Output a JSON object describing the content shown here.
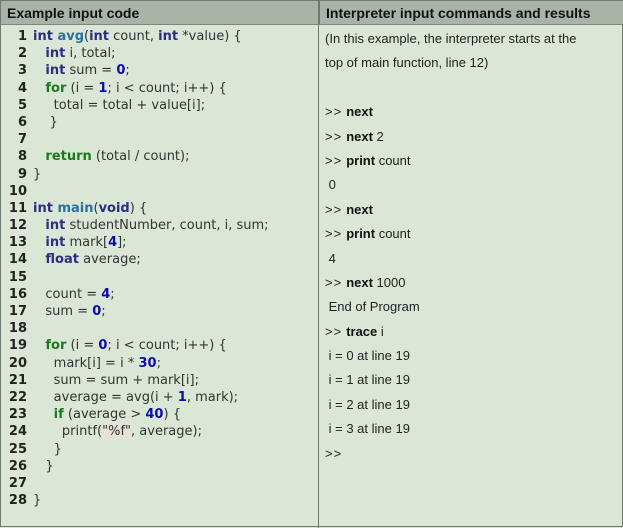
{
  "headers": {
    "code": "Example input code",
    "interpreter": "Interpreter input commands and results"
  },
  "code_lines": [
    [
      [
        "k",
        "int "
      ],
      [
        "f",
        "avg"
      ],
      [
        "p",
        "("
      ],
      [
        "k",
        "int"
      ],
      [
        "p",
        " count, "
      ],
      [
        "k",
        "int"
      ],
      [
        "p",
        " *value) {"
      ]
    ],
    [
      [
        "p",
        "   "
      ],
      [
        "k",
        "int"
      ],
      [
        "p",
        " i, total;"
      ]
    ],
    [
      [
        "p",
        "   "
      ],
      [
        "k",
        "int"
      ],
      [
        "p",
        " sum = "
      ],
      [
        "n",
        "0"
      ],
      [
        "p",
        ";"
      ]
    ],
    [
      [
        "p",
        "   "
      ],
      [
        "c",
        "for"
      ],
      [
        "p",
        " (i = "
      ],
      [
        "n",
        "1"
      ],
      [
        "p",
        "; i < count; i++) {"
      ]
    ],
    [
      [
        "p",
        "     total = total + value[i];"
      ]
    ],
    [
      [
        "p",
        "    }"
      ]
    ],
    [],
    [
      [
        "p",
        "   "
      ],
      [
        "c",
        "return"
      ],
      [
        "p",
        " (total / count);"
      ]
    ],
    [
      [
        "p",
        "}"
      ]
    ],
    [],
    [
      [
        "k",
        "int "
      ],
      [
        "f",
        "main"
      ],
      [
        "p",
        "("
      ],
      [
        "k",
        "void"
      ],
      [
        "p",
        ") {"
      ]
    ],
    [
      [
        "p",
        "   "
      ],
      [
        "k",
        "int"
      ],
      [
        "p",
        " studentNumber, count, i, sum;"
      ]
    ],
    [
      [
        "p",
        "   "
      ],
      [
        "k",
        "int"
      ],
      [
        "p",
        " mark["
      ],
      [
        "n",
        "4"
      ],
      [
        "p",
        "];"
      ]
    ],
    [
      [
        "p",
        "   "
      ],
      [
        "k",
        "float"
      ],
      [
        "p",
        " average;"
      ]
    ],
    [],
    [
      [
        "p",
        "   count = "
      ],
      [
        "n",
        "4"
      ],
      [
        "p",
        ";"
      ]
    ],
    [
      [
        "p",
        "   sum = "
      ],
      [
        "n",
        "0"
      ],
      [
        "p",
        ";"
      ]
    ],
    [],
    [
      [
        "p",
        "   "
      ],
      [
        "c",
        "for"
      ],
      [
        "p",
        " (i = "
      ],
      [
        "n",
        "0"
      ],
      [
        "p",
        "; i < count; i++) {"
      ]
    ],
    [
      [
        "p",
        "     mark[i] = i * "
      ],
      [
        "n",
        "30"
      ],
      [
        "p",
        ";"
      ]
    ],
    [
      [
        "p",
        "     sum = sum + mark[i];"
      ]
    ],
    [
      [
        "p",
        "     average = avg(i + "
      ],
      [
        "n",
        "1"
      ],
      [
        "p",
        ", mark);"
      ]
    ],
    [
      [
        "p",
        "     "
      ],
      [
        "c",
        "if"
      ],
      [
        "p",
        " (average > "
      ],
      [
        "n",
        "40"
      ],
      [
        "p",
        ") {"
      ]
    ],
    [
      [
        "p",
        "       printf("
      ],
      [
        "s",
        "\"%f\""
      ],
      [
        "p",
        ", average);"
      ]
    ],
    [
      [
        "p",
        "     }"
      ]
    ],
    [
      [
        "p",
        "   }"
      ]
    ],
    [],
    [
      [
        "p",
        "}"
      ]
    ]
  ],
  "interpreter": {
    "intro": [
      "(In this example, the interpreter starts at the",
      "top of main function, line 12)"
    ],
    "prompt": ">>",
    "entries": [
      {
        "blank": true
      },
      {
        "cmd": "next",
        "arg": ""
      },
      {
        "cmd": "next",
        "arg": " 2"
      },
      {
        "cmd": "print",
        "arg": " count"
      },
      {
        "output": " 0"
      },
      {
        "cmd": "next",
        "arg": ""
      },
      {
        "cmd": "print",
        "arg": " count"
      },
      {
        "output": " 4"
      },
      {
        "cmd": "next",
        "arg": " 1000"
      },
      {
        "output": " End of Program"
      },
      {
        "cmd": "trace",
        "arg": " i"
      },
      {
        "output": " i = 0 at line 19"
      },
      {
        "output": " i = 1 at line 19"
      },
      {
        "output": " i = 2 at line 19"
      },
      {
        "output": " i = 3 at line 19"
      },
      {
        "prompt_only": true
      }
    ]
  }
}
